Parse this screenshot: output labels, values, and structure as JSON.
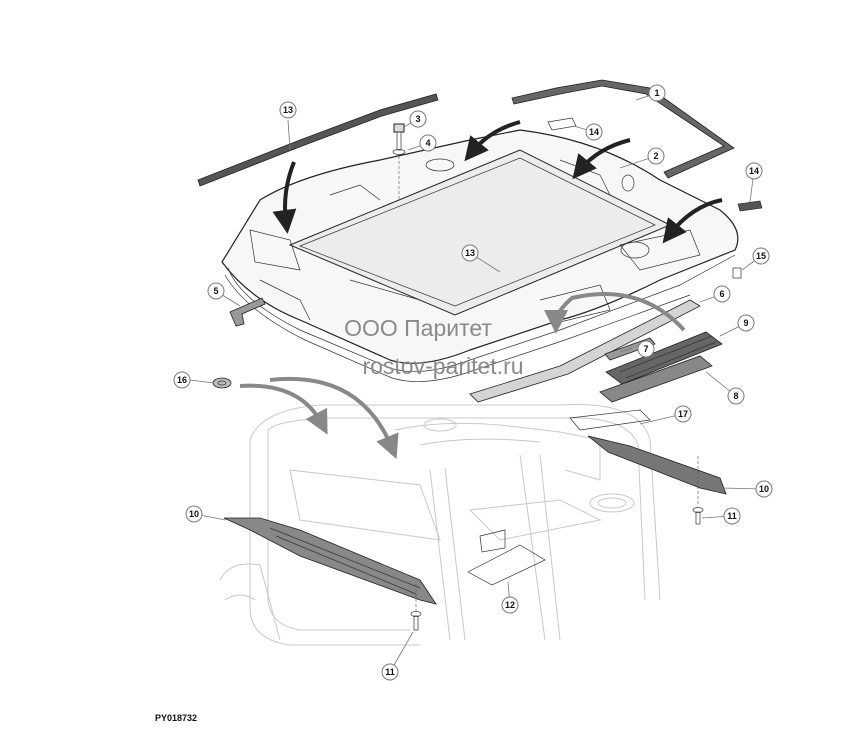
{
  "callouts": [
    {
      "id": "c1",
      "label": "1"
    },
    {
      "id": "c2",
      "label": "2"
    },
    {
      "id": "c3",
      "label": "3"
    },
    {
      "id": "c4",
      "label": "4"
    },
    {
      "id": "c5",
      "label": "5"
    },
    {
      "id": "c6",
      "label": "6"
    },
    {
      "id": "c7",
      "label": "7"
    },
    {
      "id": "c8",
      "label": "8"
    },
    {
      "id": "c9",
      "label": "9"
    },
    {
      "id": "c10a",
      "label": "10"
    },
    {
      "id": "c10b",
      "label": "10"
    },
    {
      "id": "c11a",
      "label": "11"
    },
    {
      "id": "c11b",
      "label": "11"
    },
    {
      "id": "c12",
      "label": "12"
    },
    {
      "id": "c13a",
      "label": "13"
    },
    {
      "id": "c13b",
      "label": "13"
    },
    {
      "id": "c14a",
      "label": "14"
    },
    {
      "id": "c14b",
      "label": "14"
    },
    {
      "id": "c15",
      "label": "15"
    },
    {
      "id": "c16",
      "label": "16"
    },
    {
      "id": "c17",
      "label": "17"
    }
  ],
  "watermark": {
    "line1": "ООО Паритет",
    "line2": "rostov-paritet.ru"
  },
  "reference_code": "PY018732"
}
